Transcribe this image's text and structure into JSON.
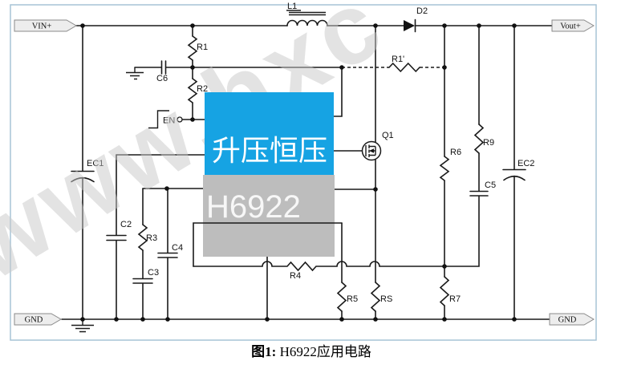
{
  "figure_caption": {
    "prefix": "图1: ",
    "title": "H6922应用电路"
  },
  "watermark_text": "www.hxc",
  "overlay": {
    "headline": "升压恒压",
    "part_number": "H6922"
  },
  "terminals": {
    "vin": "VIN+",
    "vout": "Vout+",
    "gnd_left": "GND",
    "gnd_right": "GND"
  },
  "components": {
    "l1": "L1",
    "d2": "D2",
    "r1": "R1",
    "r1p": "R1'",
    "c6": "C6",
    "r2": "R2",
    "en": "EN",
    "ec1": "EC1",
    "c2": "C2",
    "r3": "R3",
    "c3": "C3",
    "c4": "C4",
    "r4": "R4",
    "r5": "R5",
    "rs": "RS",
    "r6": "R6",
    "r7": "R7",
    "r9": "R9",
    "c5": "C5",
    "ec2": "EC2",
    "q1": "Q1"
  },
  "colors": {
    "overlay_blue": "#16a3e3",
    "chip_gray": "#bdbdbd",
    "frame_border": "#a7c4d6",
    "wire": "#1a1a1a",
    "tag_fill": "#ededed"
  }
}
